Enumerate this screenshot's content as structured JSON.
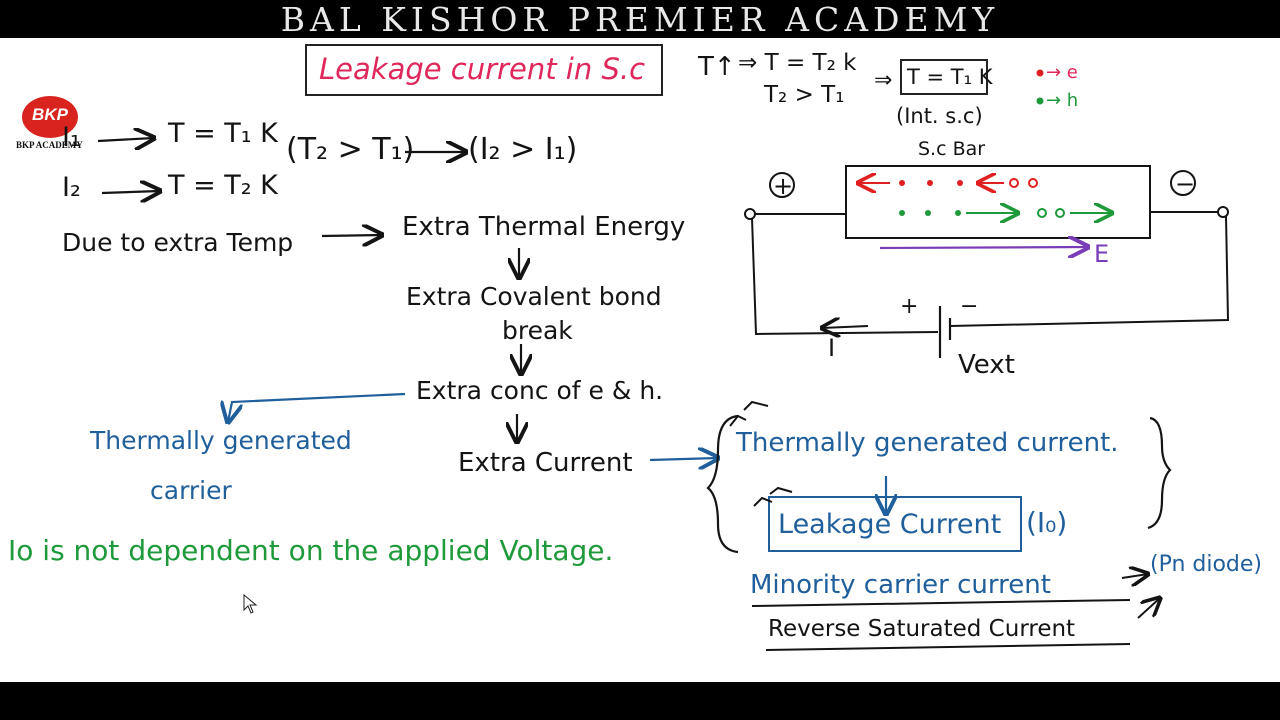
{
  "banner": {
    "title": "BAL KISHOR PREMIER ACADEMY"
  },
  "logo": {
    "mark": "BKP",
    "caption": "BKP ACADEMY"
  },
  "heading": {
    "title": "Leakage current in S.c"
  },
  "temps": {
    "line1_label": "I₁",
    "line1_value": "T = T₁ K",
    "line2_label": "I₂",
    "line2_value": "T = T₂ K",
    "relation_left": "(T₂ > T₁)",
    "relation_right": "(I₂ > I₁)"
  },
  "top_right": {
    "t_up": "T↑",
    "implies_1": "⇒ T = T₂ k",
    "t2_gt_t1": "T₂ > T₁",
    "implies_2": "⇒",
    "boxed": "T = T₁ K",
    "int_sc": "(Int. s.c)",
    "legend_e": "→ e",
    "legend_h": "→ h"
  },
  "circuit": {
    "bar_label": "S.c Bar",
    "plus_terminal": "+",
    "minus_terminal": "−",
    "field_label": "E",
    "battery_plus": "+",
    "battery_minus": "−",
    "current_label": "I",
    "vext_label": "Vext",
    "colors": {
      "electron": "#e02020",
      "hole": "#1e9a3a",
      "field": "#7a3db8"
    }
  },
  "flow": {
    "cause": "Due to extra Temp",
    "step1": "Extra Thermal Energy",
    "step2a": "Extra Covalent bond",
    "step2b": "break",
    "step3": "Extra conc of e & h.",
    "step4": "Extra Current"
  },
  "notes": {
    "thermally_generated_a": "Thermally generated",
    "thermally_generated_b": "carrier",
    "tg_current": "Thermally generated current.",
    "leakage_current": "Leakage Current",
    "io_symbol": "(I₀)",
    "minority_carrier": "Minority carrier current",
    "pn_diode": "(Pn diode)",
    "reverse_saturated": "Reverse Saturated Current",
    "io_statement": "Io is not dependent on the applied Voltage."
  }
}
